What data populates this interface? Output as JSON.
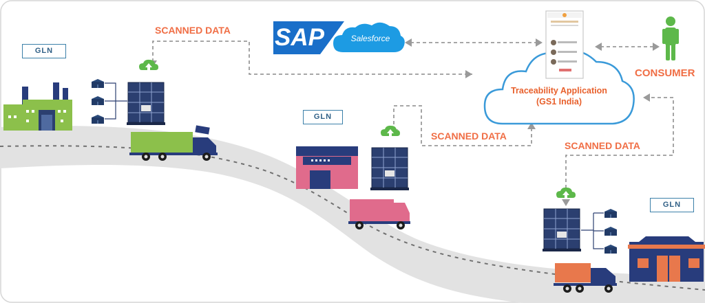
{
  "labels": {
    "scanned_data": "SCANNED DATA",
    "gln": "GLN",
    "consumer": "CONSUMER"
  },
  "erp": {
    "sap": "SAP",
    "salesforce": "Salesforce"
  },
  "cloud": {
    "line1": "Traceability Application",
    "line2": "(GS1 India)"
  },
  "colors": {
    "accent_orange": "#f06e45",
    "cloud_blue": "#3a9ad9",
    "manufacturer_green": "#8cc04b",
    "distributor_pink": "#e06b8c",
    "retailer_navy": "#283c7c",
    "road_gray": "#e2e2e2",
    "consumer_green": "#5db84a"
  },
  "icons": [
    "factory-icon",
    "warehouse-icon",
    "store-icon",
    "truck-icon",
    "pallet-icon",
    "cloud-upload-icon",
    "box-icon",
    "phone-screen-icon",
    "person-icon"
  ]
}
